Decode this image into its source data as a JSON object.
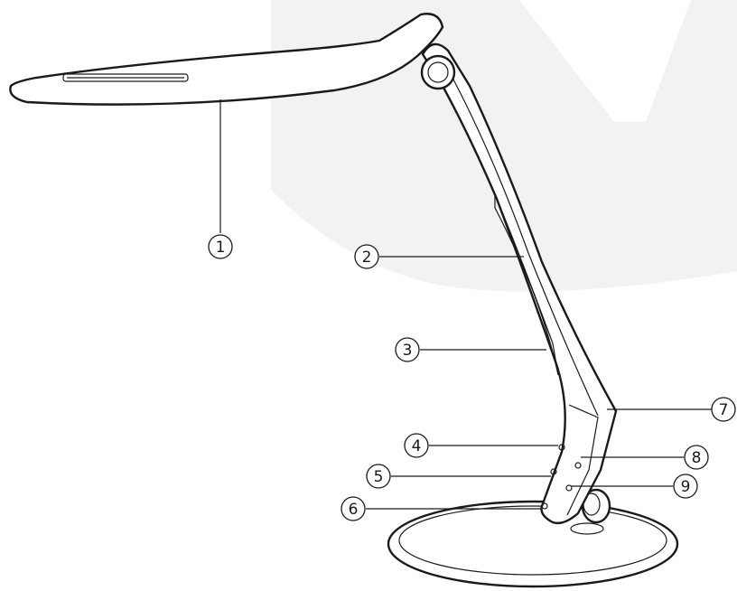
{
  "diagram": {
    "subject": "desk lamp",
    "watermark_color": "#f1f1f1",
    "line_color": "#1a1a1a"
  },
  "callouts": [
    {
      "id": "1",
      "label": "①"
    },
    {
      "id": "2",
      "label": "②"
    },
    {
      "id": "3",
      "label": "③"
    },
    {
      "id": "4",
      "label": "④"
    },
    {
      "id": "5",
      "label": "⑤"
    },
    {
      "id": "6",
      "label": "⑥"
    },
    {
      "id": "7",
      "label": "⑦"
    },
    {
      "id": "8",
      "label": "⑧"
    },
    {
      "id": "9",
      "label": "⑨"
    }
  ]
}
